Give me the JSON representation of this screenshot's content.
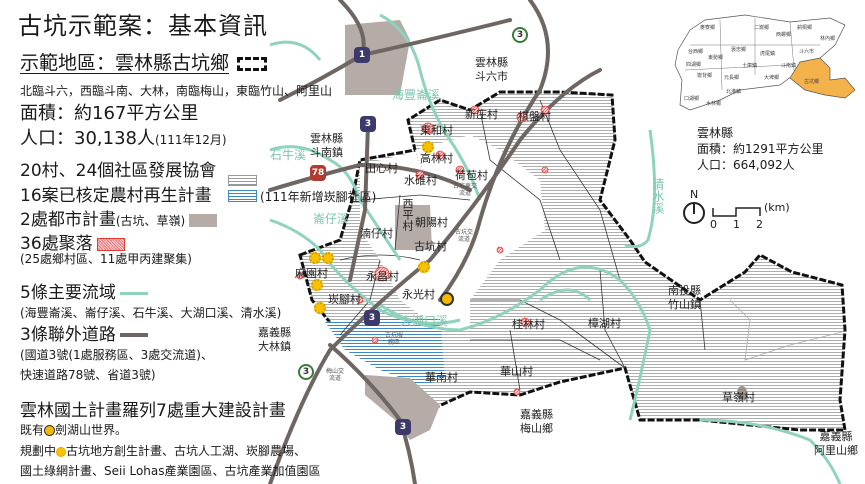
{
  "title": "古坑示範案：基本資訊",
  "info": {
    "area_name": "示範地區：雲林縣古坑鄉",
    "neighbors": "北臨斗六，西臨斗南、大林，南臨梅山，東臨竹山、阿里山",
    "size": "面積：約167平方公里",
    "population": "人口：30,138人",
    "population_date": "(111年12月)"
  },
  "legend": {
    "villages": "20村、24個社區發展協會",
    "rural_plans": "16案已核定農村再生計畫",
    "rural_new": "(111年新增崁腳社區)",
    "urban_plans": "2處都市計畫",
    "urban_plans_detail": "(古坑、草嶺)",
    "settlements": "36處聚落",
    "settlements_detail": "(25處鄉村區、11處甲丙建聚集)",
    "rivers": "5條主要流域",
    "rivers_detail": "(海豐崙溪、崙仔溪、石牛溪、大湖口溪、清水溪)",
    "roads": "3條聯外道路",
    "roads_detail_1": "(國道3號(1處服務區、3處交流道)、",
    "roads_detail_2": "快速道路78號、省道3號)",
    "projects_title": "雲林國土計畫羅列7處重大建設計畫",
    "existing_prefix": "既有",
    "existing": "劍湖山世界。",
    "planned_prefix": "規劃中",
    "planned_1": "古坑地方創生計畫、古坑人工湖、崁腳農場、",
    "planned_2": "國土綠網計畫、Seii Lohas產業園區、古坑產業加值園區"
  },
  "county": {
    "name": "雲林縣",
    "size": "面積：約1291平方公里",
    "population": "人口：664,092人",
    "townships": [
      "麥寮鄉",
      "台西鄉",
      "東勢鄉",
      "褒忠鄉",
      "崙背鄉",
      "二崙鄉",
      "西螺鄉",
      "莿桐鄉",
      "林內鄉",
      "斗六市",
      "虎尾鎮",
      "土庫鎮",
      "斗南鎮",
      "大埤鄉",
      "元長鄉",
      "四湖鄉",
      "口湖鄉",
      "水林鄉",
      "北港鎮",
      "古坑鄉"
    ]
  },
  "scale": {
    "north": "N",
    "ticks": [
      "0",
      "1",
      "2"
    ],
    "unit": "(km)"
  },
  "map": {
    "neighbors": {
      "douliu": [
        "雲林縣",
        "斗六市"
      ],
      "dounan": [
        "雲林縣",
        "斗南鎮"
      ],
      "dalin": [
        "嘉義縣",
        "大林鎮"
      ],
      "meishan": [
        "嘉義縣",
        "梅山鄉"
      ],
      "zhushan": [
        "南投縣",
        "竹山鎮"
      ],
      "alishan": [
        "嘉義縣",
        "阿里山鄉"
      ]
    },
    "villages": {
      "donghe": "東和村",
      "xinzhuang": "新庄村",
      "qipan": "棋盤村",
      "gaolin": "高林村",
      "tianxin": "田心村",
      "shuidui": "水碓村",
      "hebao": "荷苞村",
      "xiping": "西平村",
      "chaoyang": "朝陽村",
      "gukeng": "古坑村",
      "nanzai": "湳仔村",
      "mayuan": "麻園村",
      "yongchang": "永昌村",
      "yongguang": "永光村",
      "kanjiao": "崁腳村",
      "guilin": "桂林村",
      "huanan": "華南村",
      "huashan": "華山村",
      "zhanghu": "樟湖村",
      "caoling": "草嶺村"
    },
    "rivers": {
      "haifeng": "海豐崙溪",
      "shiniu": "石牛溪",
      "lunzai": "崙仔溪",
      "dahukou": "大湖口溪",
      "qingshui": "清水溪"
    },
    "facilities": {
      "gukeng_east_ic": "古坑東交流道",
      "gukeng_ic": "古坑交流道",
      "service_area": "古坑服務區",
      "meishan_ic": "梅山交流道"
    },
    "shields": {
      "national_1": "1",
      "national_3": "3",
      "express_78": "78",
      "provincial_3": "3"
    }
  },
  "colors": {
    "river": "#8fd3bf",
    "road": "#6e6663",
    "urban": "#b5aca7",
    "highlight": "#f4b24a",
    "settlement": "#e53935",
    "project": "#f7c200",
    "rural_new": "#3b8ac4"
  }
}
